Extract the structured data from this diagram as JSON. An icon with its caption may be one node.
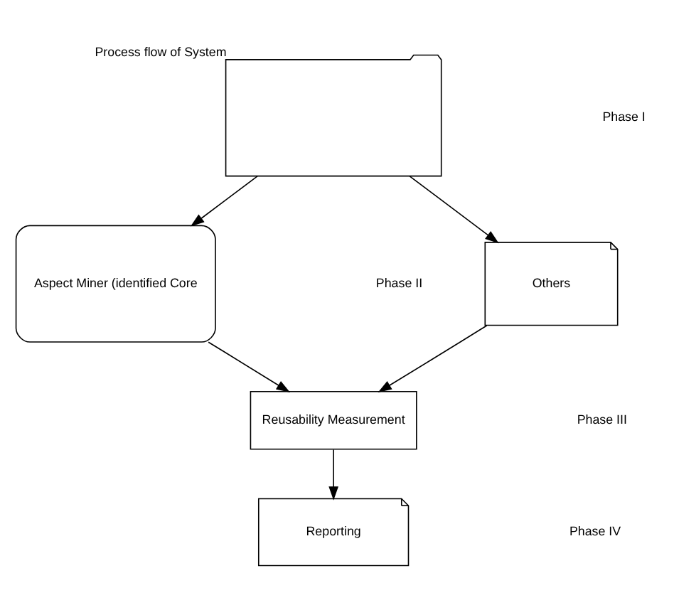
{
  "diagram": {
    "nodes": [
      {
        "text": [],
        "shape": "picture",
        "beside": [
          "Process flow of System"
        ]
      },
      {
        "text": [
          "Aspect Miner (identified Core"
        ]
      },
      {
        "text": [
          "Others"
        ]
      },
      {
        "text": [
          "Reusability Measurement"
        ]
      },
      {
        "text": [
          "Reporting"
        ]
      }
    ],
    "edges": [
      {
        "from": 0,
        "to": 1,
        "arrow": "to"
      },
      {
        "from": 0,
        "to": 2,
        "arrow": "to"
      },
      {
        "from": 1,
        "to": 3,
        "arrow": "to"
      },
      {
        "from": 2,
        "to": 3,
        "arrow": "to"
      },
      {
        "from": 3,
        "to": 4,
        "arrow": "to"
      }
    ],
    "labels": [
      "Phase I",
      "Phase II",
      "Phase III",
      "Phase IV"
    ]
  }
}
